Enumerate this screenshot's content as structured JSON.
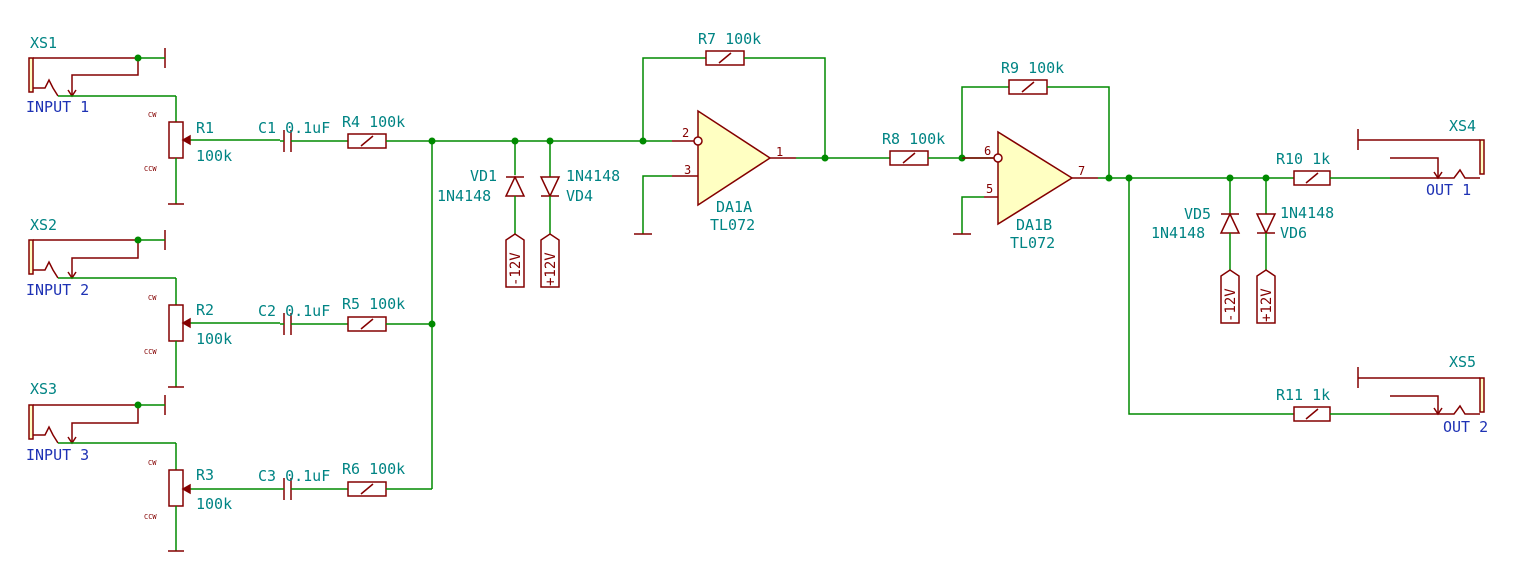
{
  "colors": {
    "wire": "#008a00",
    "component": "#840000",
    "reference": "#008484",
    "net_label": "#1e32b4",
    "fill": "#ffffc2"
  },
  "connectors": {
    "xs1": "XS1",
    "xs2": "XS2",
    "xs3": "XS3",
    "xs4": "XS4",
    "xs5": "XS5"
  },
  "nets": {
    "input1": "INPUT 1",
    "input2": "INPUT 2",
    "input3": "INPUT 3",
    "out1": "OUT 1",
    "out2": "OUT 2"
  },
  "pots": {
    "r1": {
      "ref": "R1",
      "value": "100k"
    },
    "r2": {
      "ref": "R2",
      "value": "100k"
    },
    "r3": {
      "ref": "R3",
      "value": "100k"
    },
    "cw": "CW",
    "ccw": "CCW"
  },
  "capacitors": {
    "c1": "C1  0.1uF",
    "c2": "C2  0.1uF",
    "c3": "C3  0.1uF"
  },
  "resistors": {
    "r4": "R4  100k",
    "r5": "R5  100k",
    "r6": "R6  100k",
    "r7": "R7  100k",
    "r8": "R8  100k",
    "r9": "R9  100k",
    "r10": "R10  1k",
    "r11": "R11  1k"
  },
  "diodes": {
    "vd1_ref": "VD1",
    "vd1_val": "1N4148",
    "vd4_ref": "VD4",
    "vd4_val": "1N4148",
    "vd5_ref": "VD5",
    "vd5_val": "1N4148",
    "vd6_ref": "VD6",
    "vd6_val": "1N4148"
  },
  "opamps": {
    "da1a_ref": "DA1A",
    "da1a_val": "TL072",
    "da1b_ref": "DA1B",
    "da1b_val": "TL072",
    "pins": {
      "p1": "1",
      "p2": "2",
      "p3": "3",
      "p5": "5",
      "p6": "6",
      "p7": "7"
    }
  },
  "power": {
    "neg": "-12V",
    "pos": "+12V"
  }
}
